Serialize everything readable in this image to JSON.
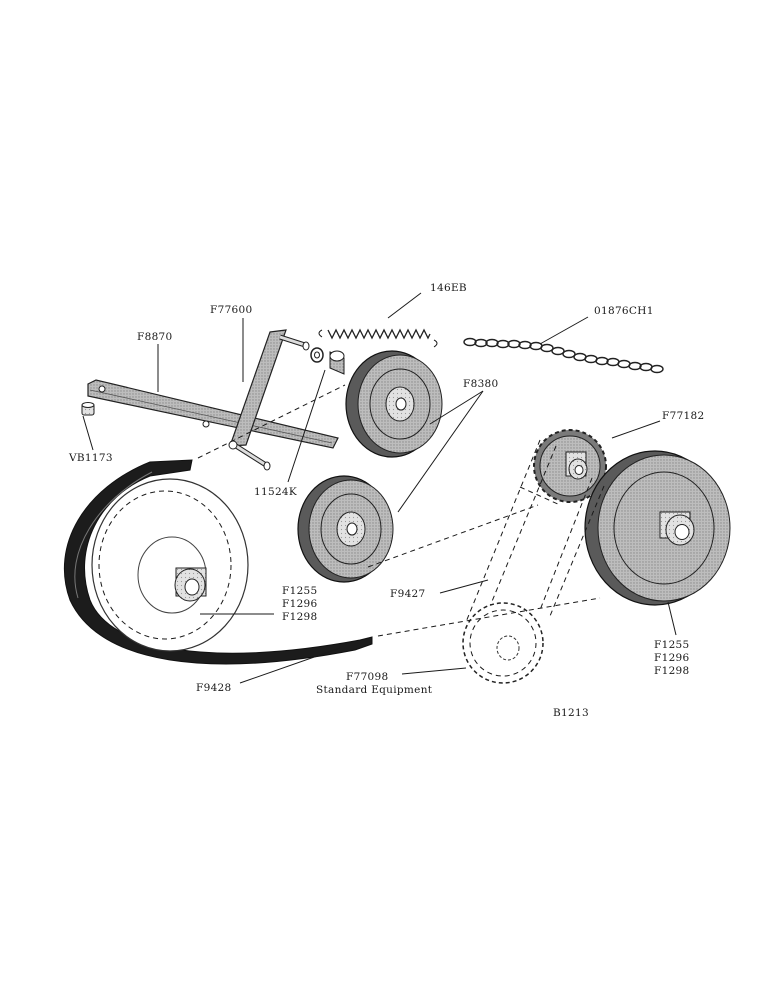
{
  "parts": {
    "spring": "146EB",
    "lever": "F77600",
    "chain_links": "01876CH1",
    "bar": "F8870",
    "idler_pulleys": "F8380",
    "upper_sprocket": "F77182",
    "set_screw": "VB1173",
    "spacer": "11524K",
    "chain": "F9427",
    "left_pulley": [
      "F1255",
      "F1296",
      "F1298"
    ],
    "right_pulley": [
      "F1255",
      "F1296",
      "F1298"
    ],
    "belt": "F9428",
    "lower_sprocket": "F77098",
    "lower_sprocket_note": "Standard Equipment"
  },
  "figure_code": "B1213"
}
